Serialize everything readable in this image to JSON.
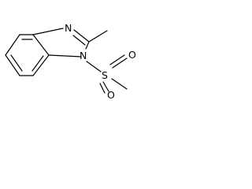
{
  "molecule": {
    "atoms": {
      "n3": "N",
      "n1": "N",
      "s": "S",
      "o_top": "O",
      "o_bottom": "O"
    }
  }
}
